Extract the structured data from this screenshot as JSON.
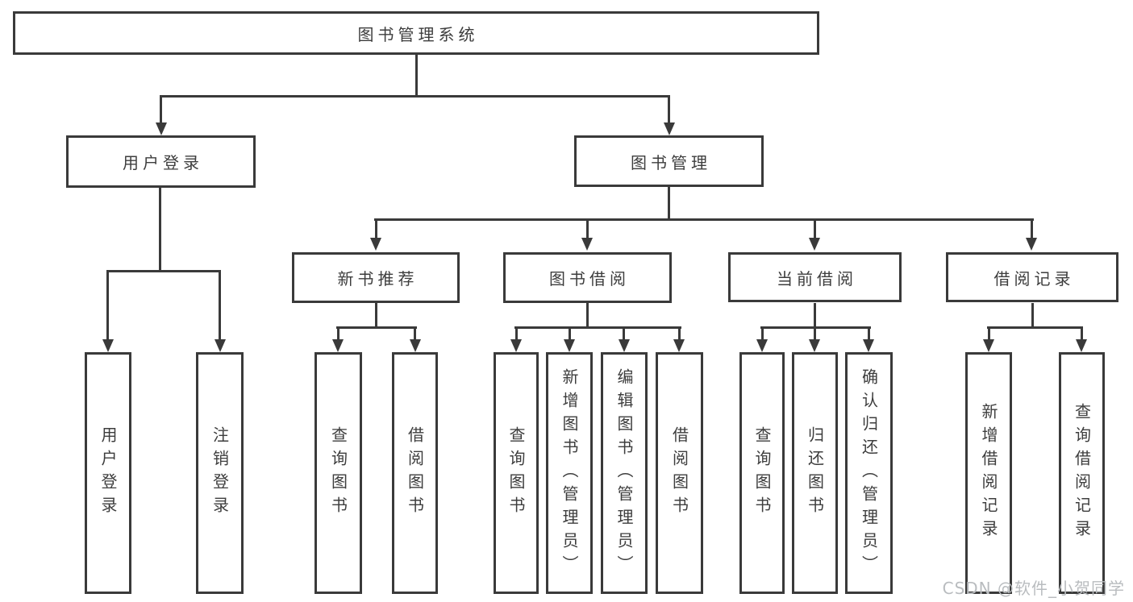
{
  "colors": {
    "line": "#3a3a3a",
    "text": "#3d3d3d",
    "background": "#ffffff",
    "watermark": "#b9bcbf"
  },
  "diagram": {
    "root": "图书管理系统",
    "branches": [
      {
        "label": "用户登录",
        "children": [
          "用户登录",
          "注销登录"
        ]
      },
      {
        "label": "图书管理",
        "children": [
          {
            "label": "新书推荐",
            "children": [
              "查询图书",
              "借阅图书"
            ]
          },
          {
            "label": "图书借阅",
            "children": [
              "查询图书",
              "新增图书（管理员）",
              "编辑图书（管理员）",
              "借阅图书"
            ]
          },
          {
            "label": "当前借阅",
            "children": [
              "查询图书",
              "归还图书",
              "确认归还（管理员）"
            ]
          },
          {
            "label": "借阅记录",
            "children": [
              "新增借阅记录",
              "查询借阅记录"
            ]
          }
        ]
      }
    ]
  },
  "watermark": {
    "text": "CSDN @软件_小贺同学"
  }
}
